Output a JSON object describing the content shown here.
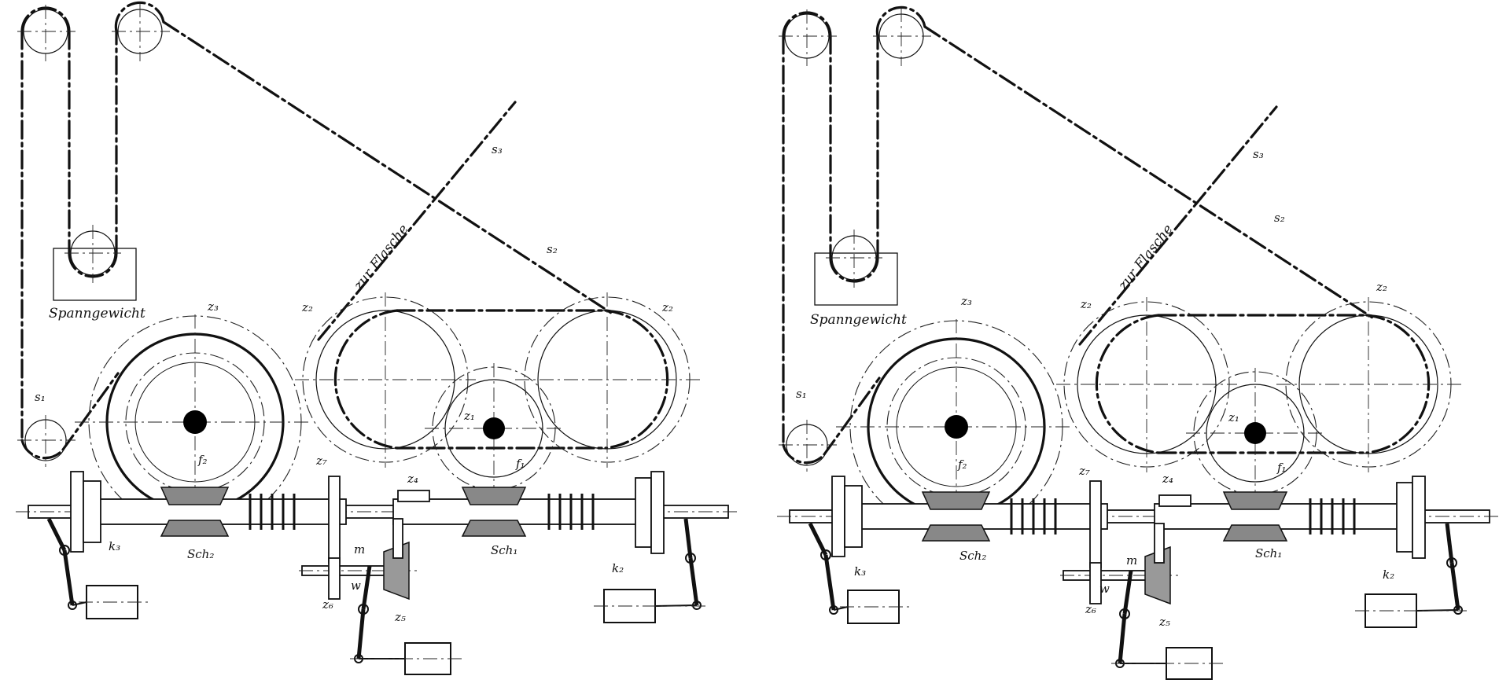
{
  "panels": [
    {
      "id": "left",
      "labels": {
        "s1": "s₁",
        "s2": "s₂",
        "s3": "s₃",
        "spanngewicht": "Spanngewicht",
        "zur_flasche": "zur Flasche",
        "z1": "z₁",
        "z2_left": "z₂",
        "z2_right": "z₂",
        "z3": "z₃",
        "z4": "z₄",
        "z5": "z₅",
        "z6": "z₆",
        "z7": "z₇",
        "f1": "f₁",
        "f2": "f₂",
        "sch1": "Sch₁",
        "sch2": "Sch₂",
        "k2": "k₂",
        "k3": "k₃",
        "m": "m",
        "w": "w"
      }
    },
    {
      "id": "right",
      "labels": {
        "s1": "s₁",
        "s2": "s₂",
        "s3": "s₃",
        "spanngewicht": "Spanngewicht",
        "zur_flasche": "zur Flasche",
        "z1": "z₁",
        "z2_left": "z₂",
        "z2_right": "z₂",
        "z3": "z₃",
        "z4": "z₄",
        "z5": "z₅",
        "z6": "z₆",
        "z7": "z₇",
        "f1": "f₁",
        "f2": "f₂",
        "sch1": "Sch₁",
        "sch2": "Sch₂",
        "k2": "k₂",
        "k3": "k₃",
        "m": "m",
        "w": "w"
      }
    }
  ],
  "colors": {
    "ink": "#111111",
    "paper": "#ffffff"
  }
}
